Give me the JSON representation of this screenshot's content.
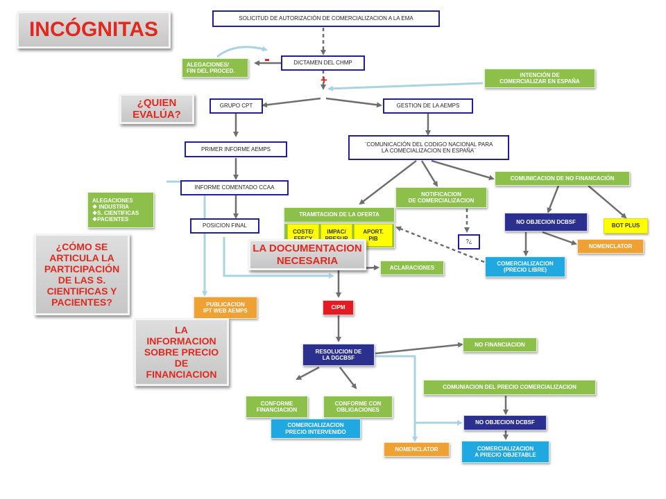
{
  "title": "INCÓGNITAS",
  "boxes": {
    "solicitud": "SOLICITUD DE AUTORIZACIÓN DE COMERCIALIZACION  A LA EMA",
    "dictamen": "DICTAMEN DEL CHMP",
    "alegaciones_fin": "ALEGACIONES/\nFIN DEL PROCED.",
    "intencion": "INTENCIÓN DE\nCOMERCIALIZAR EN ESPAÑA",
    "grupo_cpt": "GRUPO CPT",
    "gestion": "GESTION DE LA AEMPS",
    "primer_informe": "PRIMER INFORME AEMPS",
    "comunicacion_codigo": "¨COMUNICACIÓN DEL CODIGO NACIONAL PARA\nLA COMECIALIZACION EN ESPAÑA¨",
    "informe_comentado": "INFORME COMENTADO CCAA",
    "alegaciones_list": "ALEGACIONES\n❖ INDUSTRIA\n❖S. CIENTIFICAS\n❖PACIENTES",
    "posicion_final": "POSICION FINAL",
    "comunicacion_no_fin": "COMUNICACION DE NO FINANCACIÓN",
    "notificacion": "NOTIFICACION\nDE COMERCIALIZACION",
    "tramitacion": "TRAMITACION DE  LA OFERTA",
    "coste": "COSTE/\nEFECY",
    "impac": "IMPAC/\nPRESUP",
    "aport": "APORT.\nPIB",
    "no_objecion_1": "NO OBJECION DCBSF",
    "bot_plus": "BOT PLUS",
    "interrog": "?¿",
    "nomenclator_1": "NOMENCLATOR",
    "aclaraciones": "ACLARACIONES",
    "comerc_libre": "COMERCIALIZACION\n(PRECIO LIBRE)",
    "publicacion": "PUBLICACION\nIPT WEB AEMPS",
    "cipm": "CIPM",
    "resolucion": "RESOLUCION DE\nLA DGCBSF",
    "no_financiacion": "NO FINANCIACION",
    "comuniacion_precio": "COMUNIACION DEL PRECIO COMERCIALIZACION",
    "conforme_fin": "CONFORME\nFINANCIACION",
    "conforme_obl": "CONFORME CON\nOBLIGACIONES",
    "comerc_intervenido": "COMERCIALIZACION\nPRECIO INTERVENIDO",
    "no_objecion_2": "NO OBJECION DCBSF",
    "nomenclator_2": "NOMENCLATOR",
    "comerc_objetable": "COMERCIALIZACION\nA  PRECIO OBJETABLE"
  },
  "callouts": {
    "quien": "¿QUIEN\nEVALÚA?",
    "como": "¿CÓMO SE\nARTICULA LA\nPARTICIPACIÓN\nDE LAS S.\nCIENTIFICAS Y\nPACIENTES?",
    "documentacion": "LA DOCUMENTACION\nNECESARIA",
    "informacion": "LA\nINFORMACION\nSOBRE PRECIO\nDE\nFINANCIACION"
  },
  "signs": {
    "minus": "-",
    "plus": "+"
  },
  "colors": {
    "green": "#8cc04a",
    "teal": "#1fa9e0",
    "navy": "#2b2f8e",
    "orange": "#f0a134",
    "red": "#e31b23",
    "yellow": "#ffff00",
    "outline": "#1f1f8f",
    "callout_text": "#e0281f",
    "arrow": "#6e6e6e",
    "pale_arrow": "#a9d3e2"
  }
}
